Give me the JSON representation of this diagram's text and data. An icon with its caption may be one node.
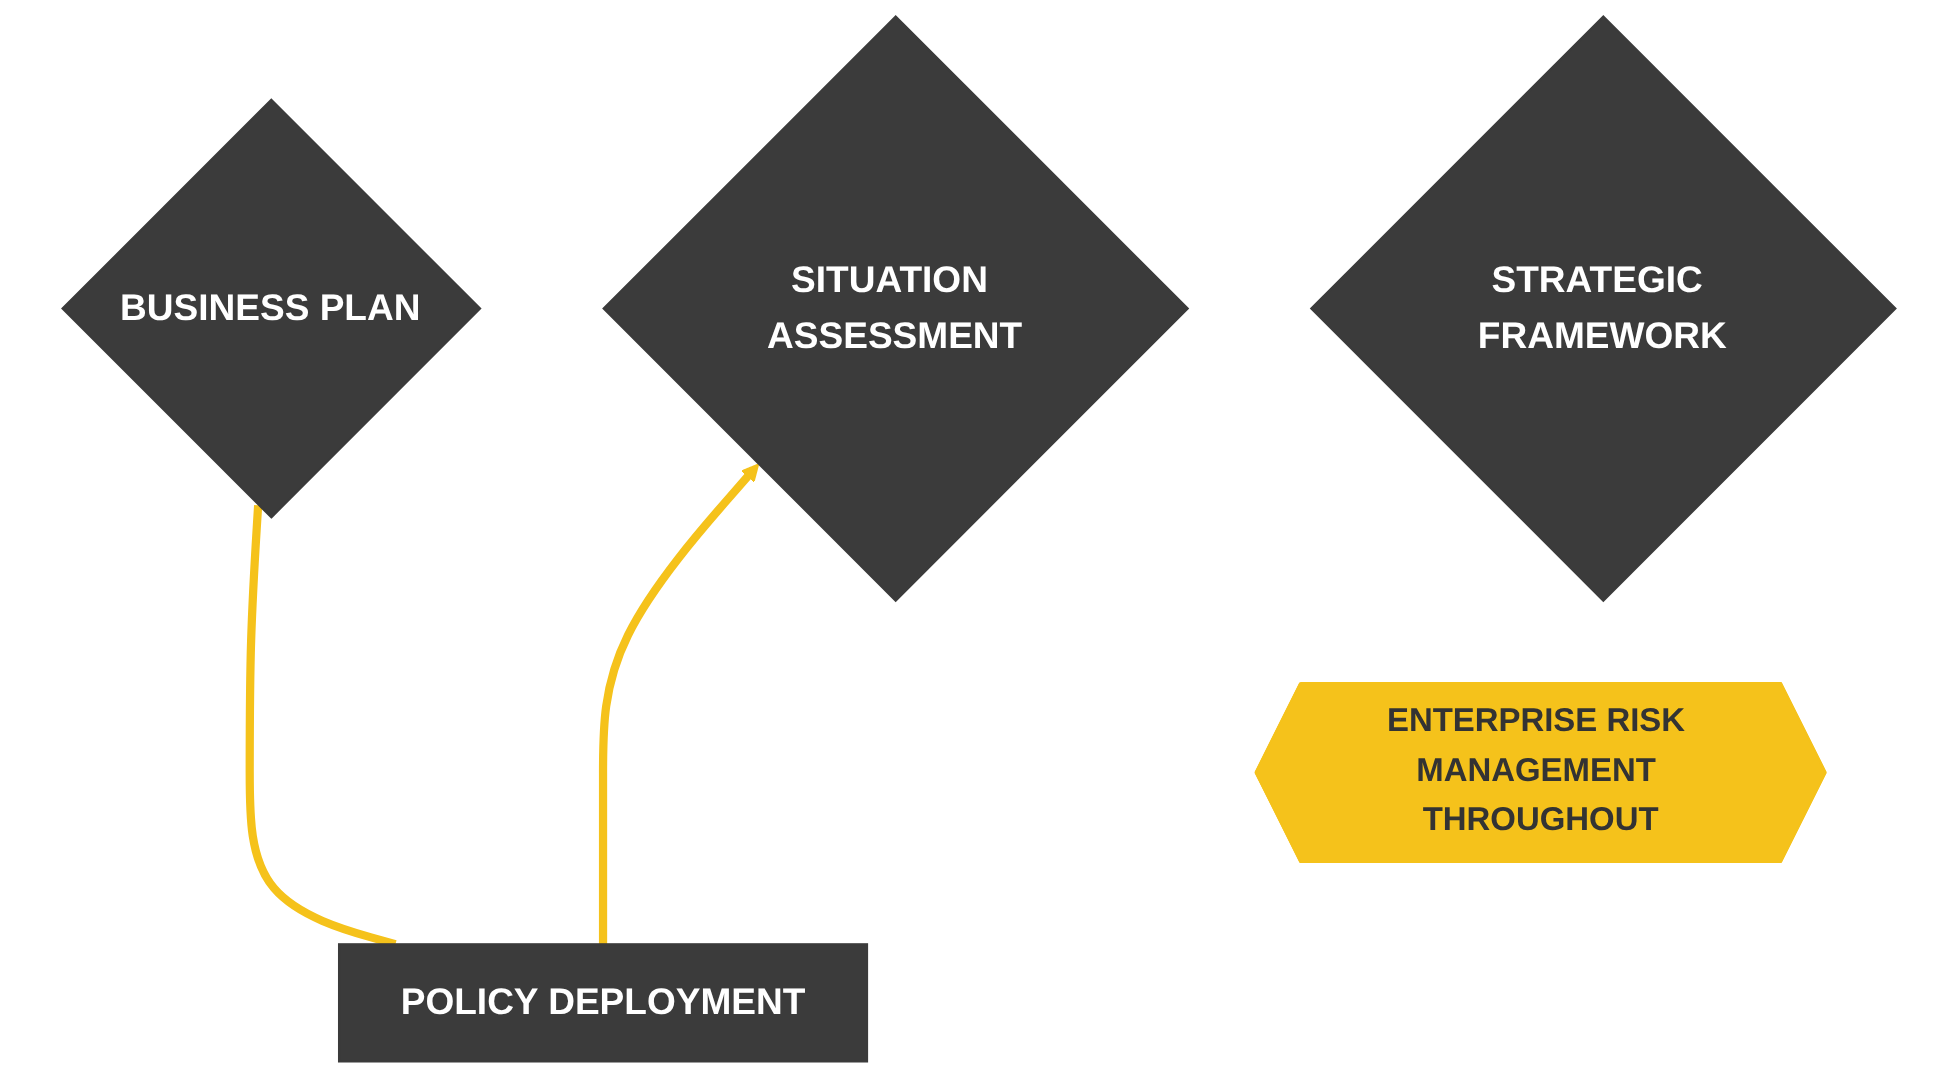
{
  "diagram": {
    "nodes": [
      {
        "text": [
          "SITUATION ASSESSMENT"
        ]
      },
      {
        "text": [
          "STRATEGIC FRAMEWORK"
        ]
      },
      {
        "text": [
          "BUSINESS PLAN"
        ]
      },
      {
        "text": [
          "ENTERPRISE RISK MANAGEMENT THROUGHOUT"
        ]
      },
      {
        "text": [
          "POLICY DEPLOYMENT"
        ]
      }
    ],
    "edges": [
      {
        "from": 2,
        "to": 4,
        "arrow": "none",
        "color": "#f5c21b"
      },
      {
        "from": 4,
        "to": 0,
        "arrow": "to",
        "color": "#f5c21b"
      }
    ]
  }
}
